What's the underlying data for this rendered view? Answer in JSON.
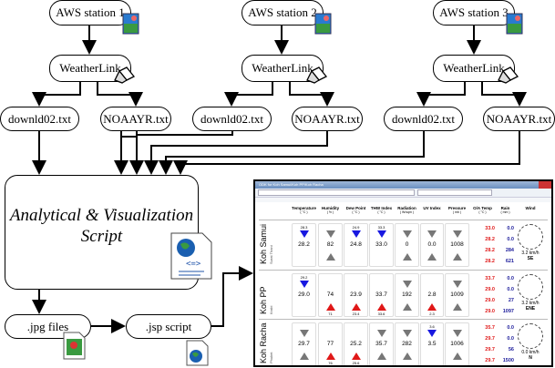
{
  "stations": [
    {
      "label": "AWS station 1",
      "link": "WeatherLink",
      "file1": "downld02.txt",
      "file2": "NOAAYR.txt"
    },
    {
      "label": "AWS station 2",
      "link": "WeatherLink",
      "file1": "downld02.txt",
      "file2": "NOAAYR.txt"
    },
    {
      "label": "AWS station 3",
      "link": "WeatherLink",
      "file1": "downld02.txt",
      "file2": "NOAAYR.txt"
    }
  ],
  "script_box": {
    "line1": "Analytical & Visualization",
    "line2": "Script"
  },
  "jpg": "​.jpg files",
  "jsp": ".jsp script",
  "icons": [
    "weather-image-icon",
    "laptop-icon",
    "script-document-icon",
    "image-file-icon",
    "web-page-icon"
  ],
  "dashboard": {
    "window_title": "ODK for Koh Samui/Koh PP/Koh Racha",
    "headers": [
      {
        "t": "Temperature",
        "u": "( °C )"
      },
      {
        "t": "Humidity",
        "u": "( % )"
      },
      {
        "t": "Dew Point",
        "u": "( °C )"
      },
      {
        "t": "THW Index",
        "u": "( °C )"
      },
      {
        "t": "Radiation",
        "u": "( W/sqm )"
      },
      {
        "t": "UV Index",
        "u": ""
      },
      {
        "t": "Pressure",
        "u": "( mb )"
      },
      {
        "t": "O/A Temp",
        "u": "( °C )"
      },
      {
        "t": "Rain",
        "u": "( mm )"
      },
      {
        "t": "Wind",
        "u": ""
      }
    ],
    "rows": [
      {
        "name": "Koh Samui",
        "region": "Surat Thani",
        "cells": [
          {
            "v": "28.2",
            "mx": "28.3",
            "mn": ""
          },
          {
            "v": "82",
            "mx": "",
            "mn": ""
          },
          {
            "v": "24.8",
            "mx": "24.9",
            "mn": ""
          },
          {
            "v": "33.0",
            "mx": "33.3",
            "mn": ""
          },
          {
            "v": "0",
            "mx": "",
            "mn": ""
          },
          {
            "v": "0.0",
            "mx": "",
            "mn": ""
          },
          {
            "v": "1008",
            "mx": "",
            "mn": ""
          }
        ],
        "oa": [
          "33.0",
          "28.2",
          "28.2",
          "28.2"
        ],
        "rain": [
          "0.0",
          "0.0",
          "284",
          "621"
        ],
        "wind": {
          "speed": "3.2 km/h",
          "dir": "SE"
        },
        "trend": [
          "blue",
          "grey",
          "blue",
          "blue",
          "grey",
          "grey",
          "grey"
        ]
      },
      {
        "name": "Koh PP",
        "region": "Krabi",
        "cells": [
          {
            "v": "29.0",
            "mx": "29.2",
            "mn": ""
          },
          {
            "v": "74",
            "mx": "",
            "mn": "71"
          },
          {
            "v": "23.9",
            "mx": "",
            "mn": "23.4"
          },
          {
            "v": "33.7",
            "mx": "",
            "mn": "33.6"
          },
          {
            "v": "192",
            "mx": "",
            "mn": ""
          },
          {
            "v": "2.8",
            "mx": "",
            "mn": "2.3"
          },
          {
            "v": "1009",
            "mx": "",
            "mn": ""
          }
        ],
        "oa": [
          "33.7",
          "29.0",
          "29.0",
          "29.0"
        ],
        "rain": [
          "0.0",
          "0.0",
          "27",
          "1097"
        ],
        "wind": {
          "speed": "3.2 km/h",
          "dir": "ENE"
        },
        "trend": [
          "blue",
          "red",
          "red",
          "red",
          "grey",
          "red",
          "grey"
        ]
      },
      {
        "name": "Koh Racha",
        "region": "Phuket",
        "cells": [
          {
            "v": "29.7",
            "mx": "",
            "mn": ""
          },
          {
            "v": "77",
            "mx": "",
            "mn": "76"
          },
          {
            "v": "25.2",
            "mx": "",
            "mn": "25.6"
          },
          {
            "v": "35.7",
            "mx": "",
            "mn": ""
          },
          {
            "v": "282",
            "mx": "",
            "mn": ""
          },
          {
            "v": "3.5",
            "mx": "3.6",
            "mn": ""
          },
          {
            "v": "1006",
            "mx": "",
            "mn": ""
          }
        ],
        "oa": [
          "35.7",
          "29.7",
          "29.7",
          "29.7"
        ],
        "rain": [
          "0.0",
          "0.0",
          "56",
          "1500"
        ],
        "wind": {
          "speed": "0.0 km/h",
          "dir": "N"
        },
        "trend": [
          "grey",
          "red",
          "red",
          "grey",
          "grey",
          "blue",
          "grey"
        ]
      }
    ]
  }
}
